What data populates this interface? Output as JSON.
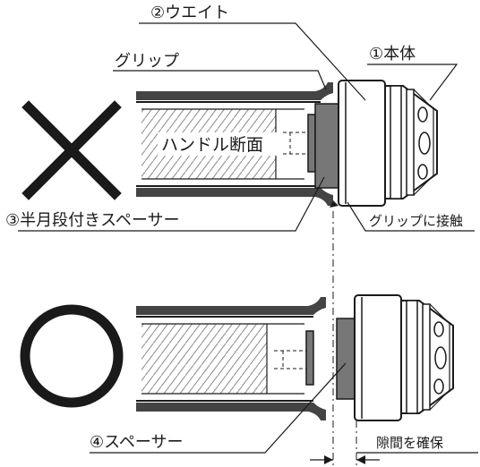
{
  "labels": {
    "body": "①本体",
    "weight": "②ウエイト",
    "grip": "グリップ",
    "handle_section": "ハンドル断面",
    "half_moon_spacer": "③半月段付きスペーサー",
    "grip_contact": "グリップに接触",
    "spacer": "④スペーサー",
    "ensure_gap": "隙間を確保"
  },
  "marks": {
    "wrong": "✕",
    "right": "○"
  },
  "colors": {
    "line": "#1a1a1a",
    "grip_gray": "#444444",
    "spacer_gray": "#777777",
    "hatch": "#888888"
  }
}
